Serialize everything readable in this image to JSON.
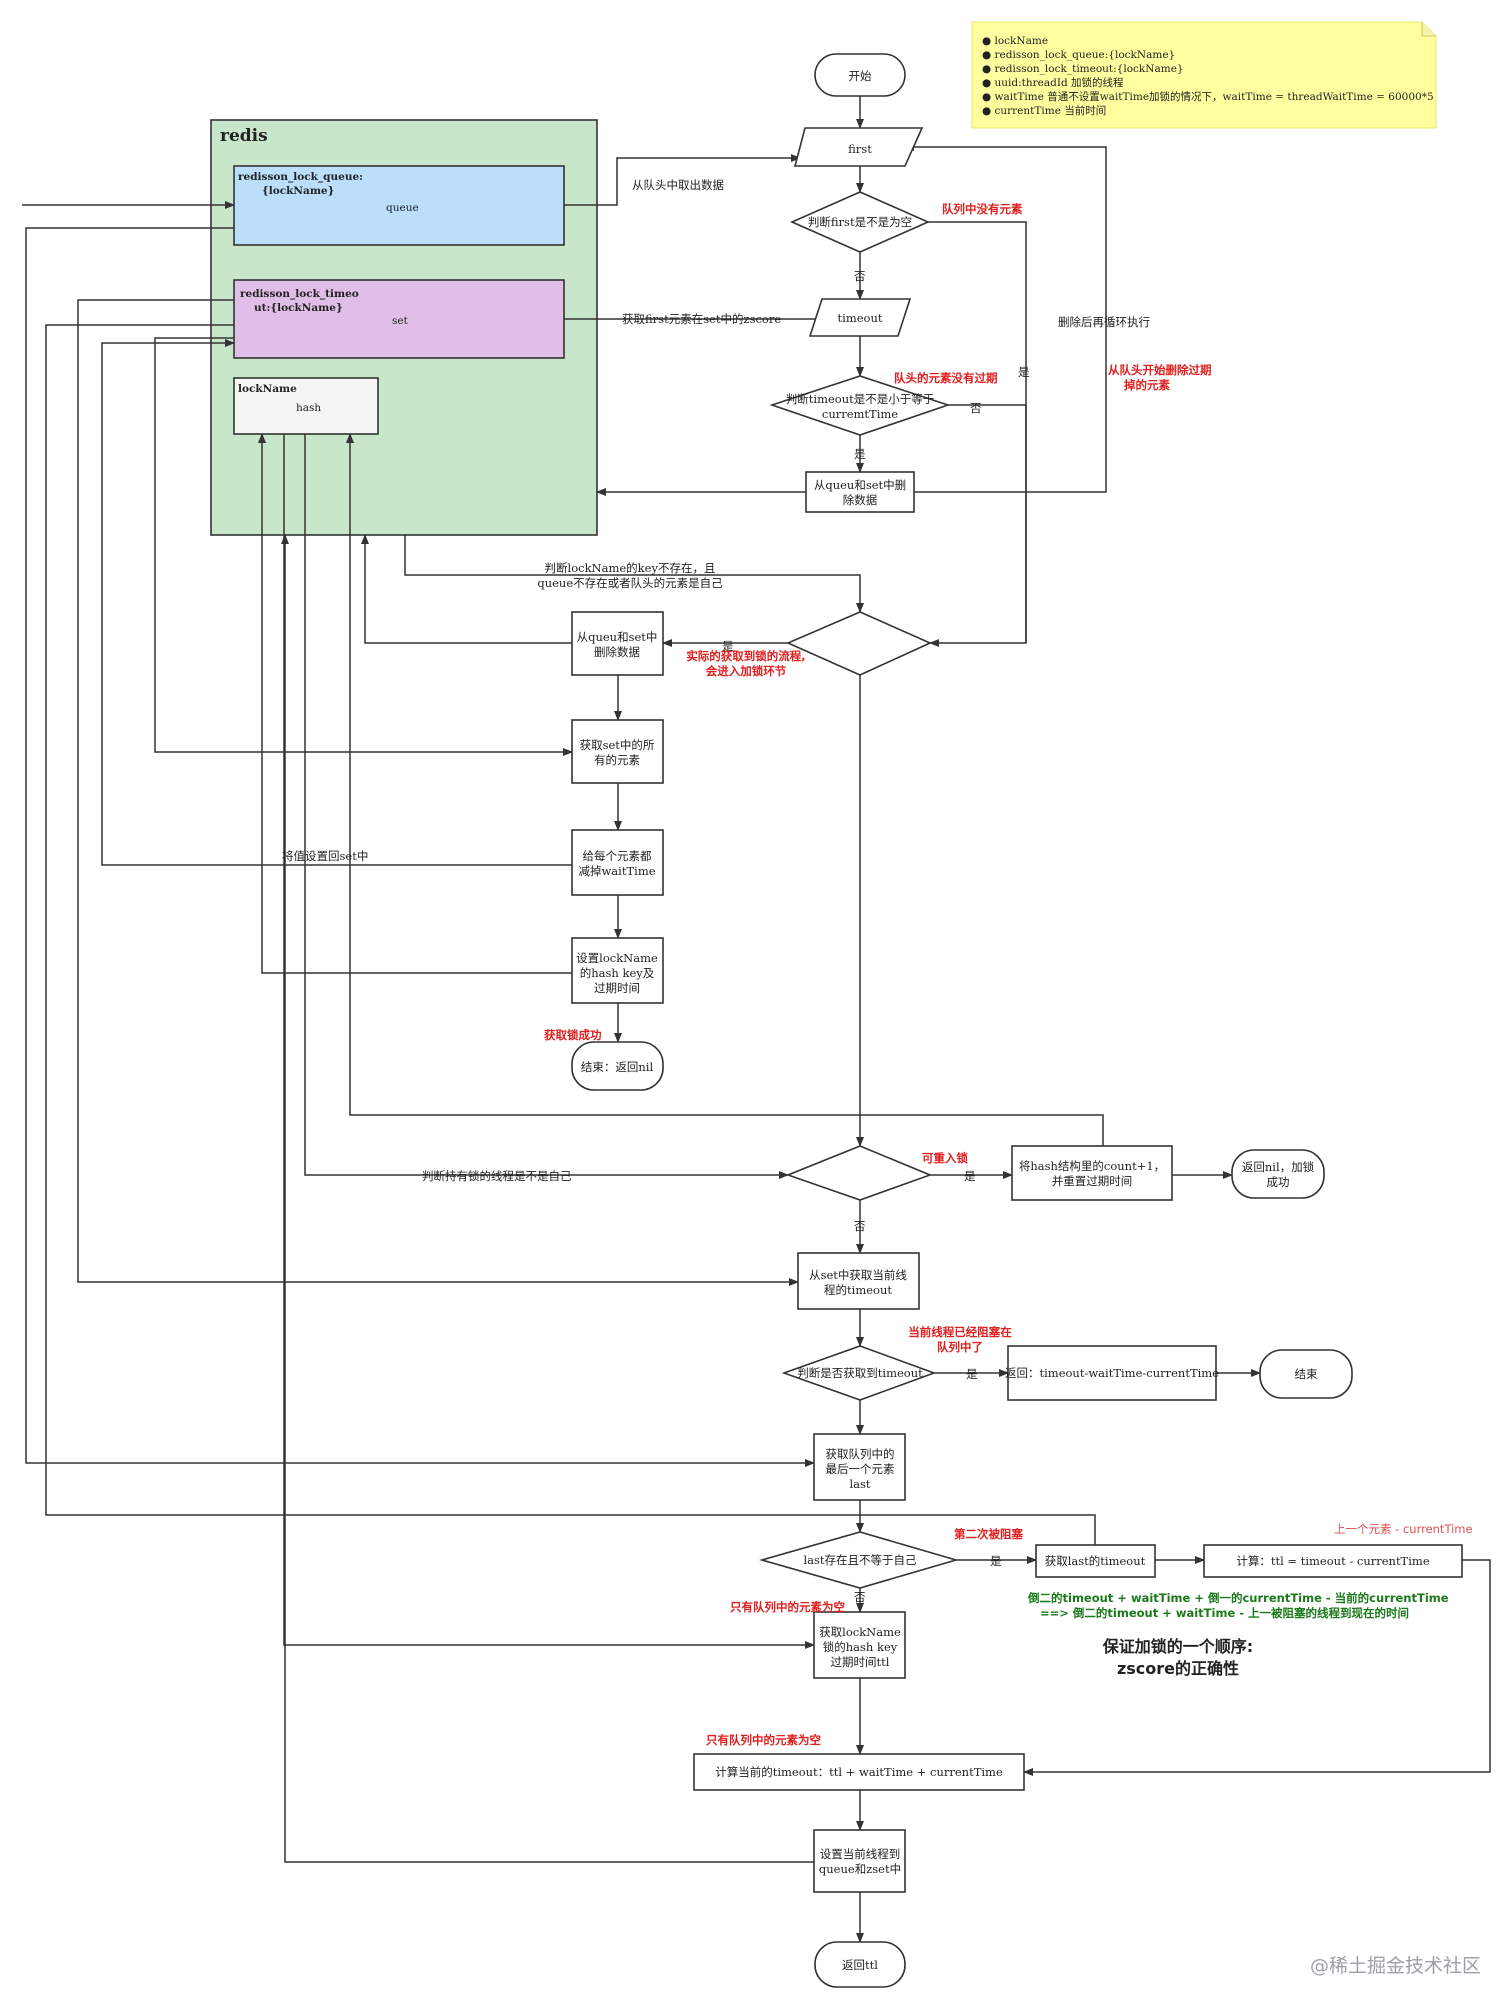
{
  "note": {
    "items": [
      "lockName",
      "redisson_lock_queue:{lockName}",
      "redisson_lock_timeout:{lockName}",
      "uuid:threadId 加锁的线程",
      "waitTime 普通不设置waitTime加锁的情况下，waitTime = threadWaitTime = 60000*5",
      "currentTime 当前时间"
    ],
    "bg": "#ffffa0"
  },
  "redis": {
    "title": "redis",
    "bg": "#c8e6c9",
    "queue": {
      "name1": "redisson_lock_queue:",
      "name2": "{lockName}",
      "type": "queue",
      "bg": "#bbdefb"
    },
    "set": {
      "name1": "redisson_lock_timeo",
      "name2": "ut:{lockName}",
      "type": "set",
      "bg": "#e1bee7"
    },
    "hash": {
      "name1": "lockName",
      "type": "hash",
      "bg": "#f5f5f5"
    }
  },
  "nodes": {
    "start": "开始",
    "first": "first",
    "check_first_empty": "判断first是不是为空",
    "timeout": "timeout",
    "check_timeout_1": "判断timeout是不是小于等于",
    "check_timeout_2": "curremtTime",
    "del_queue_set_1_a": "从queu和set中删",
    "del_queue_set_1_b": "除数据",
    "del_queue_set_2_a": "从queu和set中",
    "del_queue_set_2_b": "删除数据",
    "get_set_all_a": "获取set中的所",
    "get_set_all_b": "有的元素",
    "sub_wait_a": "给每个元素都",
    "sub_wait_b": "减掉waitTime",
    "set_hash_a": "设置lockName",
    "set_hash_b": "的hash key及",
    "set_hash_c": "过期时间",
    "end_nil": "结束：返回nil",
    "reentrant_a": "将hash结构里的count+1，",
    "reentrant_b": "并重置过期时间",
    "return_nil_a": "返回nil，加锁",
    "return_nil_b": "成功",
    "get_timeout_a": "从set中获取当前线",
    "get_timeout_b": "程的timeout",
    "check_got_timeout": "判断是否获取到timeout",
    "return_timeout": "返回：timeout-waitTime-currentTime",
    "end": "结束",
    "get_last_a": "获取队列中的",
    "get_last_b": "最后一个元素",
    "get_last_c": "last",
    "check_last": "last存在且不等于自己",
    "get_last_timeout": "获取last的timeout",
    "calc_ttl": "计算：ttl = timeout - currentTime",
    "get_hash_ttl_a": "获取lockName",
    "get_hash_ttl_b": "锁的hash key",
    "get_hash_ttl_c": "过期时间ttl",
    "calc_timeout": "计算当前的timeout：ttl + waitTime + currentTime",
    "set_queue_zset_a": "设置当前线程到",
    "set_queue_zset_b": "queue和zset中",
    "return_ttl": "返回ttl"
  },
  "labels": {
    "take_head": "从队头中取出数据",
    "get_first_zscore": "获取first元素在set中的zscore",
    "queue_empty": "队列中没有元素",
    "no": "否",
    "yes": "是",
    "delete_loop": "删除后再循环执行",
    "not_expired": "队头的元素没有过期",
    "delete_expired_a": "从队头开始删除过期",
    "delete_expired_b": "掉的元素",
    "cond_a": "判断lockName的key不存在，且",
    "cond_b": "queue不存在或者队头的元素是自己",
    "actual_a": "实际的获取到锁的流程,",
    "actual_b": "会进入加锁环节",
    "set_back": "将值设置回set中",
    "got_lock": "获取锁成功",
    "check_holder": "判断持有锁的线程是不是自己",
    "reentrant": "可重入锁",
    "blocked_a": "当前线程已经阻塞在",
    "blocked_b": "队列中了",
    "second_block": "第二次被阻塞",
    "prev_elem": "上一个元素 - currentTime",
    "only_queue_1": "只有队列中的元素为空",
    "only_queue_2": "只有队列中的元素为空",
    "green_a": "倒二的timeout + waitTime + 倒一的currentTime - 当前的currentTime",
    "green_b": "==> 倒二的timeout + waitTime - 上一被阻塞的线程到现在的时间",
    "order_a": "保证加锁的一个顺序:",
    "order_b": "zscore的正确性"
  },
  "watermark": "@稀土掘金技术社区"
}
